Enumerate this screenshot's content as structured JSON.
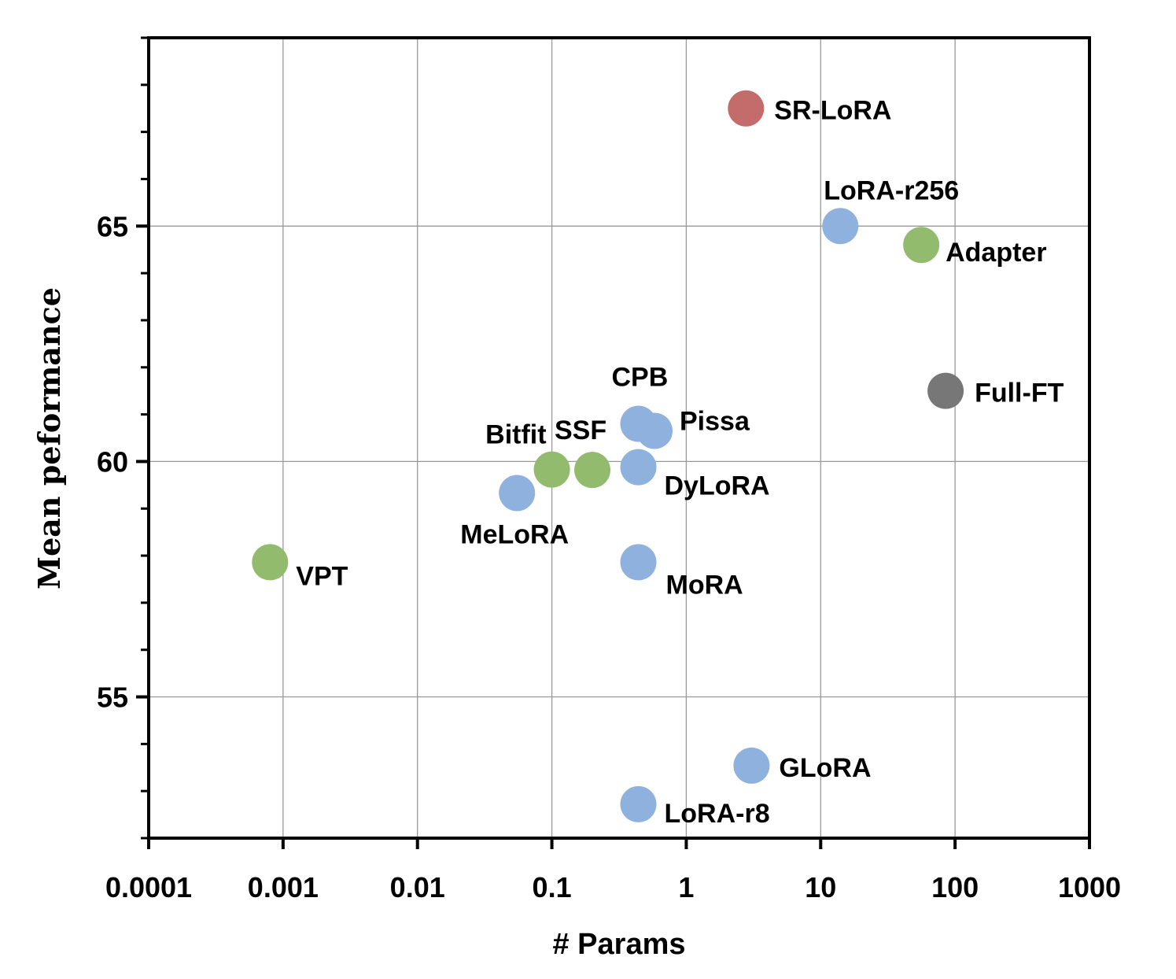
{
  "chart_data": {
    "type": "scatter",
    "xlabel": "# Params",
    "ylabel": "Mean peformance",
    "xscale": "log",
    "xlim": [
      0.0001,
      1000
    ],
    "ylim": [
      52,
      69
    ],
    "x_ticks": [
      "0.0001",
      "0.001",
      "0.01",
      "0.1",
      "1",
      "10",
      "100",
      "1000"
    ],
    "y_ticks": [
      "55",
      "60",
      "65"
    ],
    "grid": true,
    "colors": {
      "ours": "#c46b6b",
      "lora_variant": "#8fb1dd",
      "peft": "#93bb6e",
      "full": "#777777"
    },
    "points": [
      {
        "label": "SR-LoRA",
        "x": 2.78,
        "y": 67.5,
        "group": "ours"
      },
      {
        "label": "LoRA-r256",
        "x": 14.0,
        "y": 65.0,
        "group": "lora_variant"
      },
      {
        "label": "Adapter",
        "x": 56.0,
        "y": 64.6,
        "group": "peft"
      },
      {
        "label": "Full-FT",
        "x": 85.0,
        "y": 61.5,
        "group": "full"
      },
      {
        "label": "CPB",
        "x": 0.44,
        "y": 60.8,
        "group": "lora_variant"
      },
      {
        "label": "Pissa",
        "x": 0.58,
        "y": 60.65,
        "group": "lora_variant"
      },
      {
        "label": "DyLoRA",
        "x": 0.44,
        "y": 59.88,
        "group": "lora_variant"
      },
      {
        "label": "Bitfit",
        "x": 0.1,
        "y": 59.83,
        "group": "peft"
      },
      {
        "label": "SSF",
        "x": 0.2,
        "y": 59.82,
        "group": "peft"
      },
      {
        "label": "MeLoRA",
        "x": 0.055,
        "y": 59.33,
        "group": "lora_variant"
      },
      {
        "label": "VPT",
        "x": 0.0008,
        "y": 57.86,
        "group": "peft"
      },
      {
        "label": "MoRA",
        "x": 0.44,
        "y": 57.86,
        "group": "lora_variant"
      },
      {
        "label": "GLoRA",
        "x": 3.06,
        "y": 53.54,
        "group": "lora_variant"
      },
      {
        "label": "LoRA-r8",
        "x": 0.44,
        "y": 52.72,
        "group": "lora_variant"
      }
    ]
  }
}
